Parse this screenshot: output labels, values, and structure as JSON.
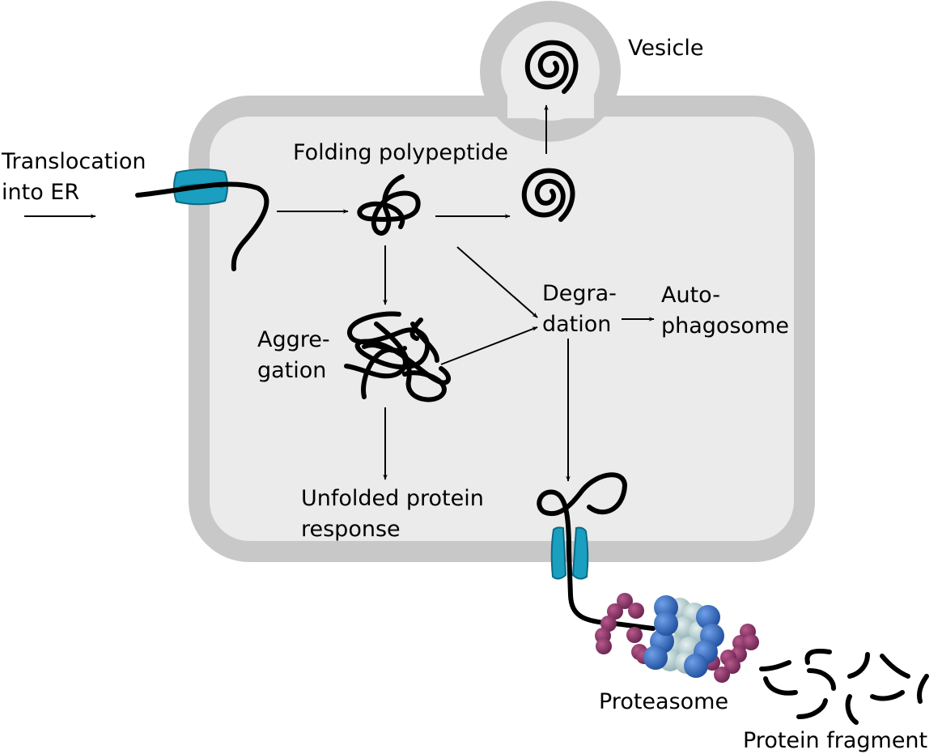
{
  "labels": {
    "vesicle": "Vesicle",
    "translocation_1": "Translocation",
    "translocation_2": "into ER",
    "folding": "Folding polypeptide",
    "degradation_1": "Degra-",
    "degradation_2": "dation",
    "autophagosome_1": "Auto-",
    "autophagosome_2": "phagosome",
    "aggregation_1": "Aggre-",
    "aggregation_2": "gation",
    "upr_1": "Unfolded protein",
    "upr_2": "response",
    "proteasome": "Proteasome",
    "fragments": "Protein fragment"
  },
  "colors": {
    "membrane": "#c8c8c8",
    "lumen": "#ebebeb",
    "channel": "#1a9fc0",
    "proteasome_core": "#b8d0d4",
    "proteasome_ring": "#3a6fc0",
    "proteasome_cap": "#8c3a68"
  }
}
